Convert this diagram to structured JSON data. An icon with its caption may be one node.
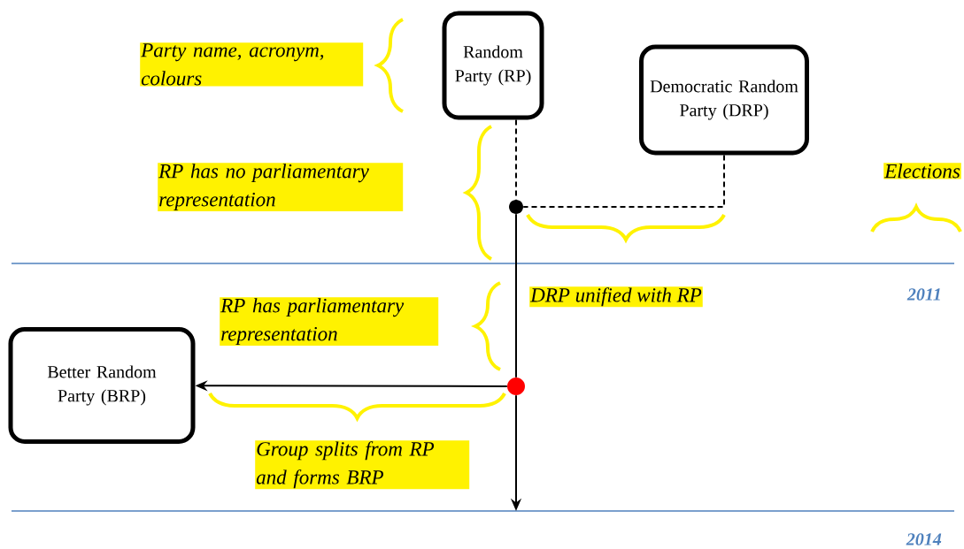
{
  "diagram": {
    "nodes": [
      {
        "text": [
          "Random Party (RP)"
        ]
      },
      {
        "text": [
          "Democratic Random Party (DRP)"
        ]
      },
      {
        "text": [
          "Better Random Party (BRP)"
        ]
      },
      {
        "text": [],
        "shape": "circle"
      },
      {
        "text": [],
        "shape": "circle"
      }
    ],
    "edges": [
      {
        "from": 0,
        "to": 3,
        "arrow": "none",
        "style": "dashed"
      },
      {
        "from": 1,
        "to": 3,
        "arrow": "none",
        "style": "dashed"
      },
      {
        "from": 3,
        "to": 4,
        "arrow": "none"
      },
      {
        "from": 4,
        "to": 2,
        "arrow": "to"
      },
      {
        "from": 4,
        "to": null,
        "arrow": "to"
      }
    ],
    "labels": [
      "Party name, acronym, colours",
      "RP has no parliamentary representation",
      "Elections",
      "2011",
      "RP has parliamentary representation",
      "DRP unified with RP",
      "Group splits from RP and forms BRP",
      "2014"
    ]
  }
}
